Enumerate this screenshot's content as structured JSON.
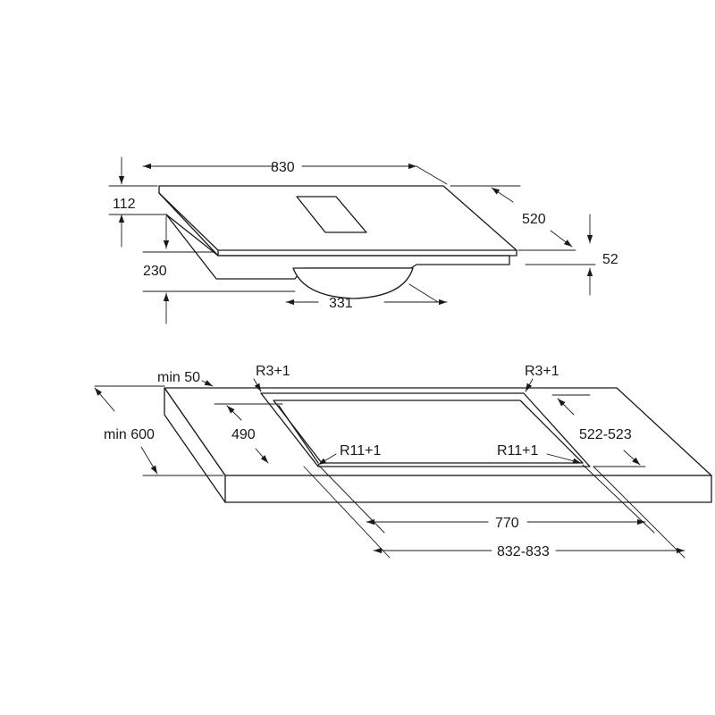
{
  "top_view": {
    "width": "830",
    "height_front": "112",
    "depth": "520",
    "total_height": "230",
    "thickness": "52",
    "motor_width": "331"
  },
  "cutout_view": {
    "min_edge": "min 50",
    "min_depth": "min 600",
    "corner_radius_left": "R3+1",
    "corner_radius_right": "R3+1",
    "cutout_depth_inner": "490",
    "cutout_depth_outer": "522-523",
    "inner_radius_left": "R11+1",
    "inner_radius_right": "R11+1",
    "inner_width": "770",
    "outer_width": "832-833"
  }
}
